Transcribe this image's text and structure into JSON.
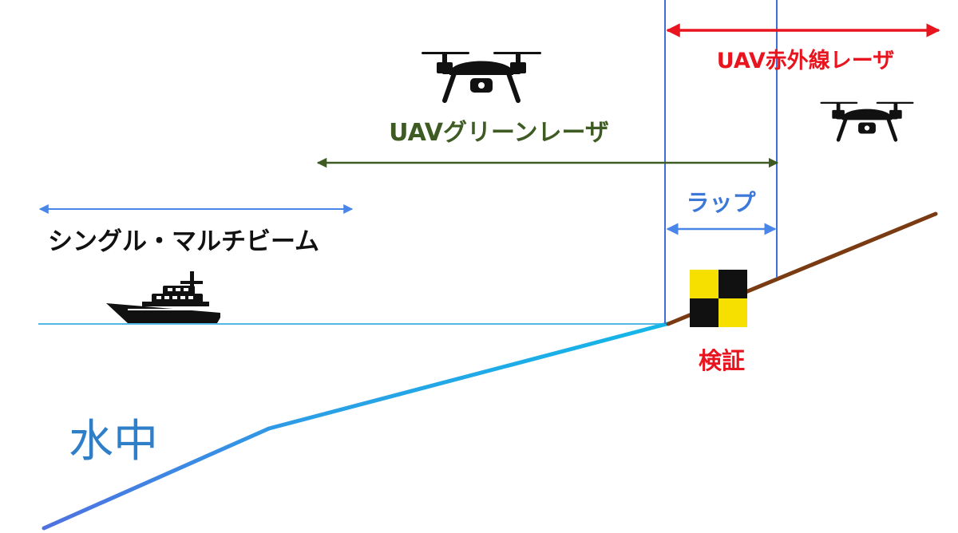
{
  "labels": {
    "uav_ir": "UAV赤外線レーザ",
    "uav_green": "UAVグリーンレーザ",
    "wrap": "ラップ",
    "sonar": "シングル・マルチビーム",
    "verify": "検証",
    "underwater": "水中"
  },
  "colors": {
    "red": "#e8141e",
    "green": "#3d5b22",
    "blue_arrow": "#4a86e8",
    "wrap_text": "#3c78d8",
    "water_blue": "#1aa7e0",
    "deep_blue": "#3b7de0",
    "water_surface": "#56b6e6",
    "boundary_line": "#3f6fd6",
    "land": "#7b3b12",
    "underwater_text": "#2f7fc8",
    "target_yellow": "#f5e000",
    "black": "#111111"
  },
  "icons": [
    "drone-icon",
    "drone-icon",
    "ship-icon",
    "check-target-icon"
  ]
}
